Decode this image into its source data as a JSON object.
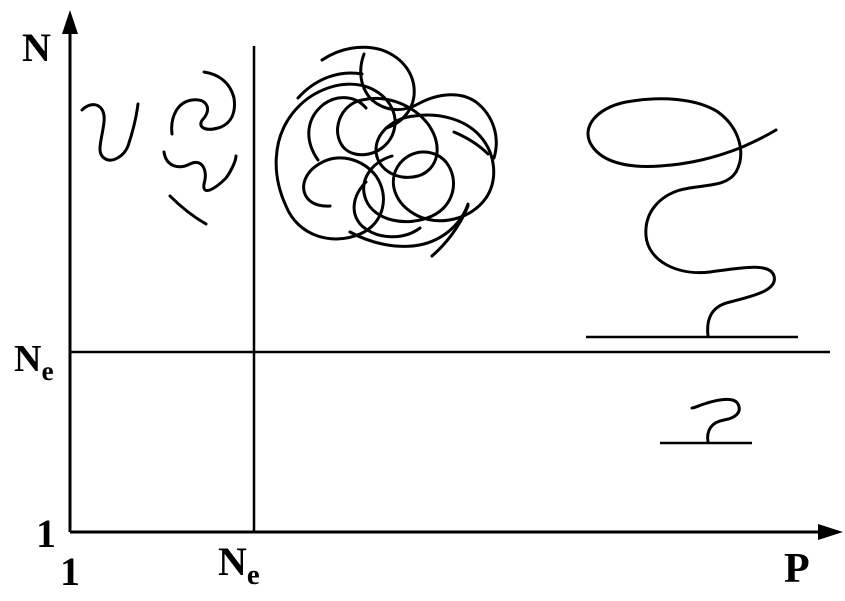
{
  "axes": {
    "y_label": "N",
    "x_label": "P",
    "y_origin": "1",
    "x_origin": "1"
  },
  "markers": {
    "y_ne_main": "N",
    "y_ne_sub": "e",
    "x_ne_main": "N",
    "x_ne_sub": "e"
  }
}
